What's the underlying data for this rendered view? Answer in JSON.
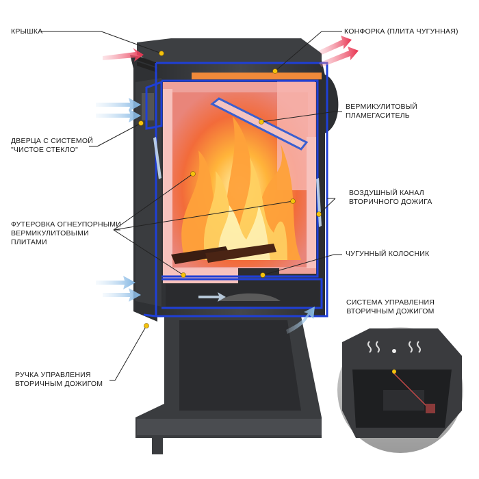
{
  "labels": {
    "lid": "КРЫШКА",
    "hob": "КОНФОРКА (ПЛИТА ЧУГУННАЯ)",
    "baffle": [
      "ВЕРМИКУЛИТОВЫЙ",
      "ПЛАМЕГАСИТЕЛЬ"
    ],
    "door": [
      "ДВЕРЦА С СИСТЕМОЙ",
      "\"ЧИСТОЕ СТЕКЛО\""
    ],
    "air_channel": [
      "ВОЗДУШНЫЙ КАНАЛ",
      "ВТОРИЧНОГО ДОЖИГА"
    ],
    "lining": [
      "ФУТЕРОВКА ОГНЕУПОРНЫМИ",
      "ВЕРМИКУЛИТОВЫМИ",
      "ПЛИТАМИ"
    ],
    "grate": "ЧУГУННЫЙ КОЛОСНИК",
    "control_system": [
      "СИСТЕМА УПРАВЛЕНИЯ",
      "ВТОРИЧНЫМ ДОЖИГОМ"
    ],
    "control_handle": [
      "РУЧКА УПРАВЛЕНИЯ",
      "ВТОРИЧНЫМ ДОЖИГОМ"
    ]
  },
  "colors": {
    "body": "#3b3d40",
    "body_dark": "#2a2b2e",
    "cutline": "#1f3fd6",
    "firebox": "#f3a29a",
    "lining": "#f7c2bd",
    "flame": "#ff8a1e",
    "hot_air": "#f0506a",
    "cold_air": "#8fc0e8",
    "marker": "#f4c20d",
    "leader": "#222222"
  }
}
